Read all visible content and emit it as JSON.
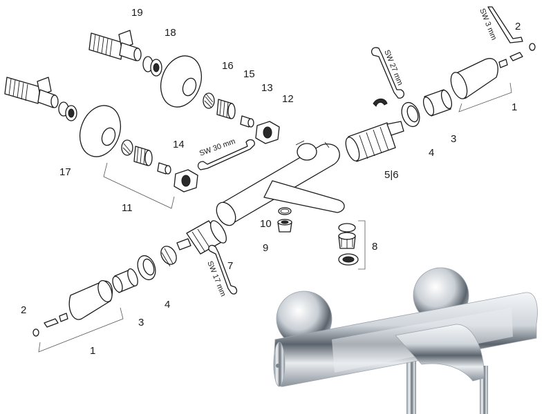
{
  "labels": {
    "p1_right": "1",
    "p2_right": "2",
    "p3_right": "3",
    "p4_right": "4",
    "p56": "5|6",
    "p7": "7",
    "p8": "8",
    "p9": "9",
    "p10": "10",
    "p11": "11",
    "p12": "12",
    "p13": "13",
    "p14": "14",
    "p15": "15",
    "p16": "16",
    "p17": "17",
    "p18": "18",
    "p19": "19",
    "p1_left": "1",
    "p2_left": "2",
    "p3_left": "3",
    "p4_left": "4"
  },
  "tools": {
    "hex_key": "SW 3 mm",
    "wrench_27": "SW 27 mm",
    "wrench_30": "SW 30 mm",
    "wrench_17": "SW 17 mm"
  },
  "colors": {
    "line": "#1a1a1a",
    "chrome_light": "#f4f6f8",
    "chrome_dark": "#5b636c"
  }
}
